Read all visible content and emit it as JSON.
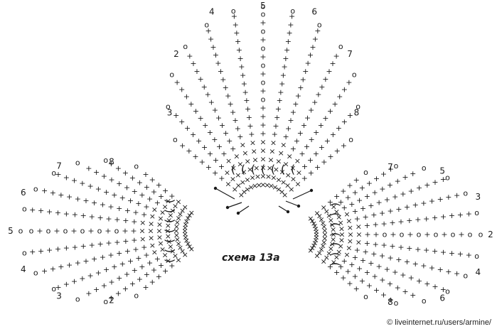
{
  "caption": "схема 13а",
  "watermark": "© liveinternet.ru/users/armine/",
  "symbols": {
    "sc": "+",
    "ch": "o",
    "slst": "×",
    "dc": "†",
    "chain_arc": "c"
  },
  "colors": {
    "ink": "#1a1a1a",
    "background": "#ffffff"
  },
  "petals": [
    {
      "name": "top",
      "rows": [
        {
          "label": "3"
        },
        {
          "label": "2"
        },
        {
          "label": "4"
        },
        {
          "label": "5"
        },
        {
          "label": "6"
        },
        {
          "label": "7"
        },
        {
          "label": "8"
        }
      ]
    },
    {
      "name": "left",
      "rows": [
        {
          "label": "2"
        },
        {
          "label": "3"
        },
        {
          "label": "4"
        },
        {
          "label": "5"
        },
        {
          "label": "6"
        },
        {
          "label": "7"
        },
        {
          "label": "8"
        }
      ]
    },
    {
      "name": "right",
      "rows": [
        {
          "label": "7"
        },
        {
          "label": "5"
        },
        {
          "label": "3"
        },
        {
          "label": "2"
        },
        {
          "label": "4"
        },
        {
          "label": "6"
        },
        {
          "label": "8"
        }
      ]
    }
  ]
}
